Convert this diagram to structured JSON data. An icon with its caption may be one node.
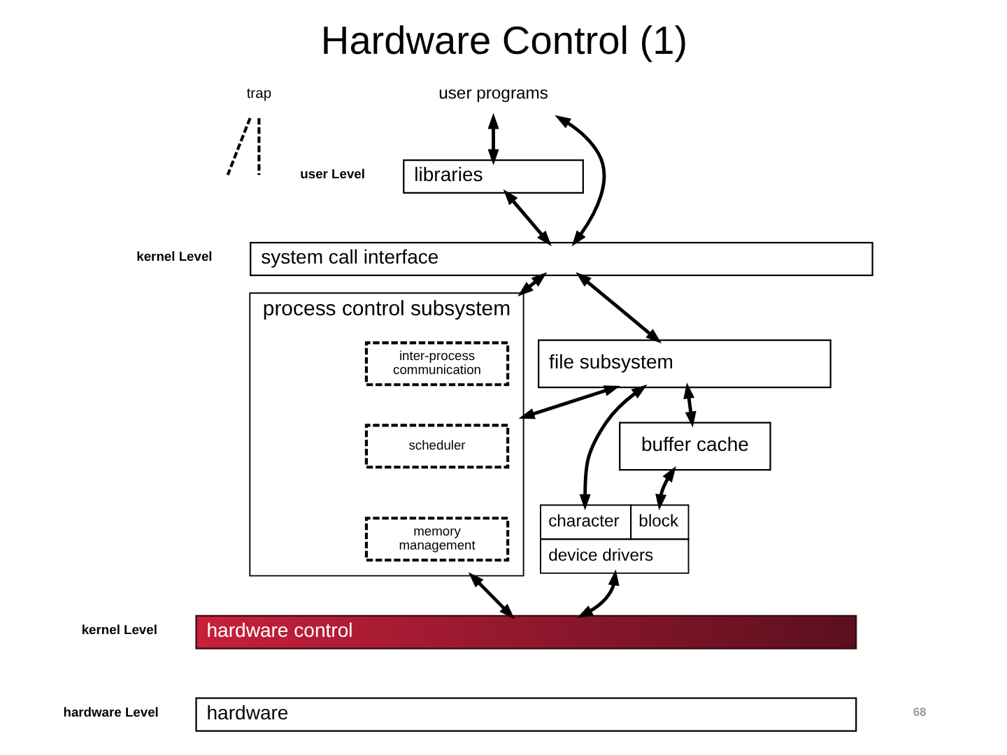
{
  "diagram": {
    "title": "Hardware Control (1)",
    "nodes": [
      {
        "text": [
          "user programs"
        ]
      },
      {
        "text": [
          "trap"
        ]
      },
      {
        "text": [
          "libraries"
        ]
      },
      {
        "text": [
          "system call interface"
        ]
      },
      {
        "text": [
          "file subsystem"
        ]
      },
      {
        "text": [
          "process control subsystem"
        ]
      },
      {
        "text": [
          "inter-process communication"
        ],
        "in": 5
      },
      {
        "text": [
          "scheduler"
        ],
        "in": 5
      },
      {
        "text": [
          "memory management"
        ],
        "in": 5
      },
      {
        "text": [
          "buffer cache"
        ]
      },
      {
        "text": [
          "character",
          "block",
          "device drivers"
        ]
      },
      {
        "text": [
          "hardware control"
        ]
      },
      {
        "text": [
          "hardware"
        ]
      }
    ],
    "edges": [
      {
        "from": 0,
        "to": 2,
        "arrow": "both"
      },
      {
        "from": 0,
        "to": 3,
        "arrow": "both"
      },
      {
        "from": 1,
        "to": null,
        "arrow": "none",
        "style": "dashed"
      },
      {
        "from": 1,
        "to": null,
        "arrow": "none",
        "style": "dashed"
      },
      {
        "from": 2,
        "to": 3,
        "arrow": "both"
      },
      {
        "from": 3,
        "to": 4,
        "arrow": "both"
      },
      {
        "from": 3,
        "to": 5,
        "arrow": "both"
      },
      {
        "from": 4,
        "to": 5,
        "arrow": "both"
      },
      {
        "from": 4,
        "to": 9,
        "arrow": "both"
      },
      {
        "from": 4,
        "to": 10,
        "arrow": "both"
      },
      {
        "from": 9,
        "to": 10,
        "arrow": "both"
      },
      {
        "from": 10,
        "to": 11,
        "arrow": "both"
      },
      {
        "from": 5,
        "to": 11,
        "arrow": "both"
      }
    ],
    "labels": [
      "user Level",
      "kernel Level",
      "kernel Level",
      "hardware Level",
      "68"
    ]
  }
}
